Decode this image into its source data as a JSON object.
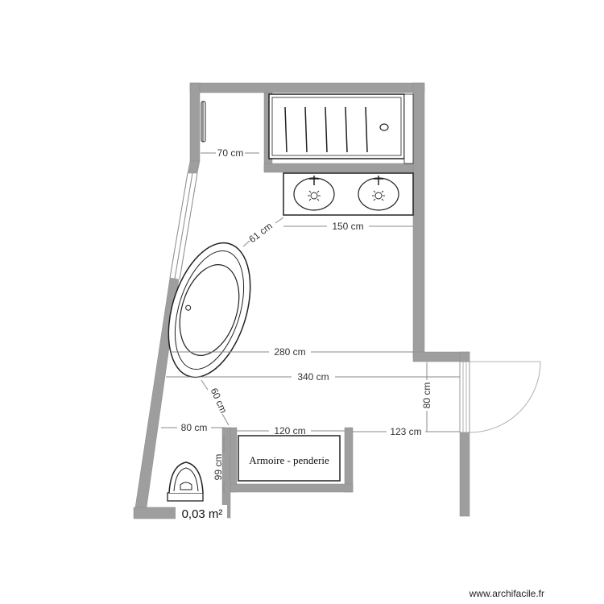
{
  "plan": {
    "colors": {
      "wall": "#9e9e9e",
      "wall_edge": "#888888",
      "dimension_line": "#8a8a8a",
      "fixture_stroke": "#222222",
      "background": "#ffffff"
    },
    "dimensions": {
      "shower_clearance": "70 cm",
      "tub_clearance": "61 cm",
      "vanity_width": "150 cm",
      "room_width_upper": "280 cm",
      "room_width_total": "340 cm",
      "door_width": "80 cm",
      "tub_to_wc": "60 cm",
      "wc_width": "80 cm",
      "wardrobe_width": "120 cm",
      "wardrobe_to_door": "123 cm",
      "wc_depth": "99 cm"
    },
    "labels": {
      "wardrobe": "Armoire - penderie",
      "area": "0,03 m²"
    },
    "fixtures": [
      "towel-radiator",
      "shower-tray",
      "double-vanity",
      "freestanding-bathtub",
      "toilet",
      "wardrobe",
      "swing-door"
    ]
  },
  "footer": {
    "credit": "www.archifacile.fr"
  }
}
